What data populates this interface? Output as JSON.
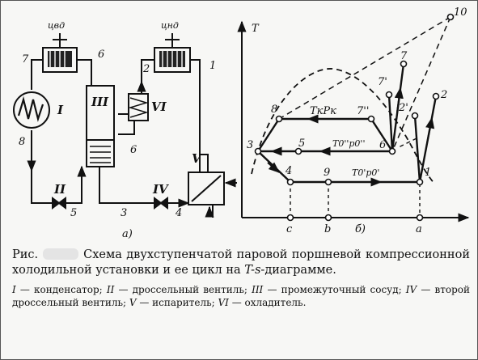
{
  "schematic": {
    "hp_compressor": "цвд",
    "lp_compressor": "цнд",
    "points": [
      "1",
      "2",
      "3",
      "4",
      "5",
      "6",
      "6",
      "7",
      "8"
    ],
    "components": [
      "I",
      "II",
      "III",
      "IV",
      "V",
      "VI"
    ],
    "sublabel": "а)"
  },
  "ts_diagram": {
    "axis_y": "T",
    "points": [
      "1",
      "2",
      "2'",
      "3",
      "4",
      "5",
      "6",
      "7",
      "7'",
      "7''",
      "8",
      "9",
      "10"
    ],
    "line_labels": [
      "TкPк",
      "T0''p0''",
      "T0'p0'"
    ],
    "s_marks": [
      "c",
      "b",
      "a"
    ],
    "sublabel": "б)"
  },
  "caption": {
    "prefix": "Рис.",
    "title": "Схема двухступенчатой паровой поршневой компрессионной холодильной установки и ее цикл на",
    "title_end_italic": "T-s",
    "title_end": "-диаграмме.",
    "legend": [
      {
        "num": "I",
        "text": " — конденсатор; "
      },
      {
        "num": "II",
        "text": " — дроссельный вентиль; "
      },
      {
        "num": "III",
        "text": " — промежуточный сосуд; "
      },
      {
        "num": "IV",
        "text": " — второй дроссельный вентиль; "
      },
      {
        "num": "V",
        "text": " — испаритель; "
      },
      {
        "num": "VI",
        "text": " — охладитель."
      }
    ]
  }
}
